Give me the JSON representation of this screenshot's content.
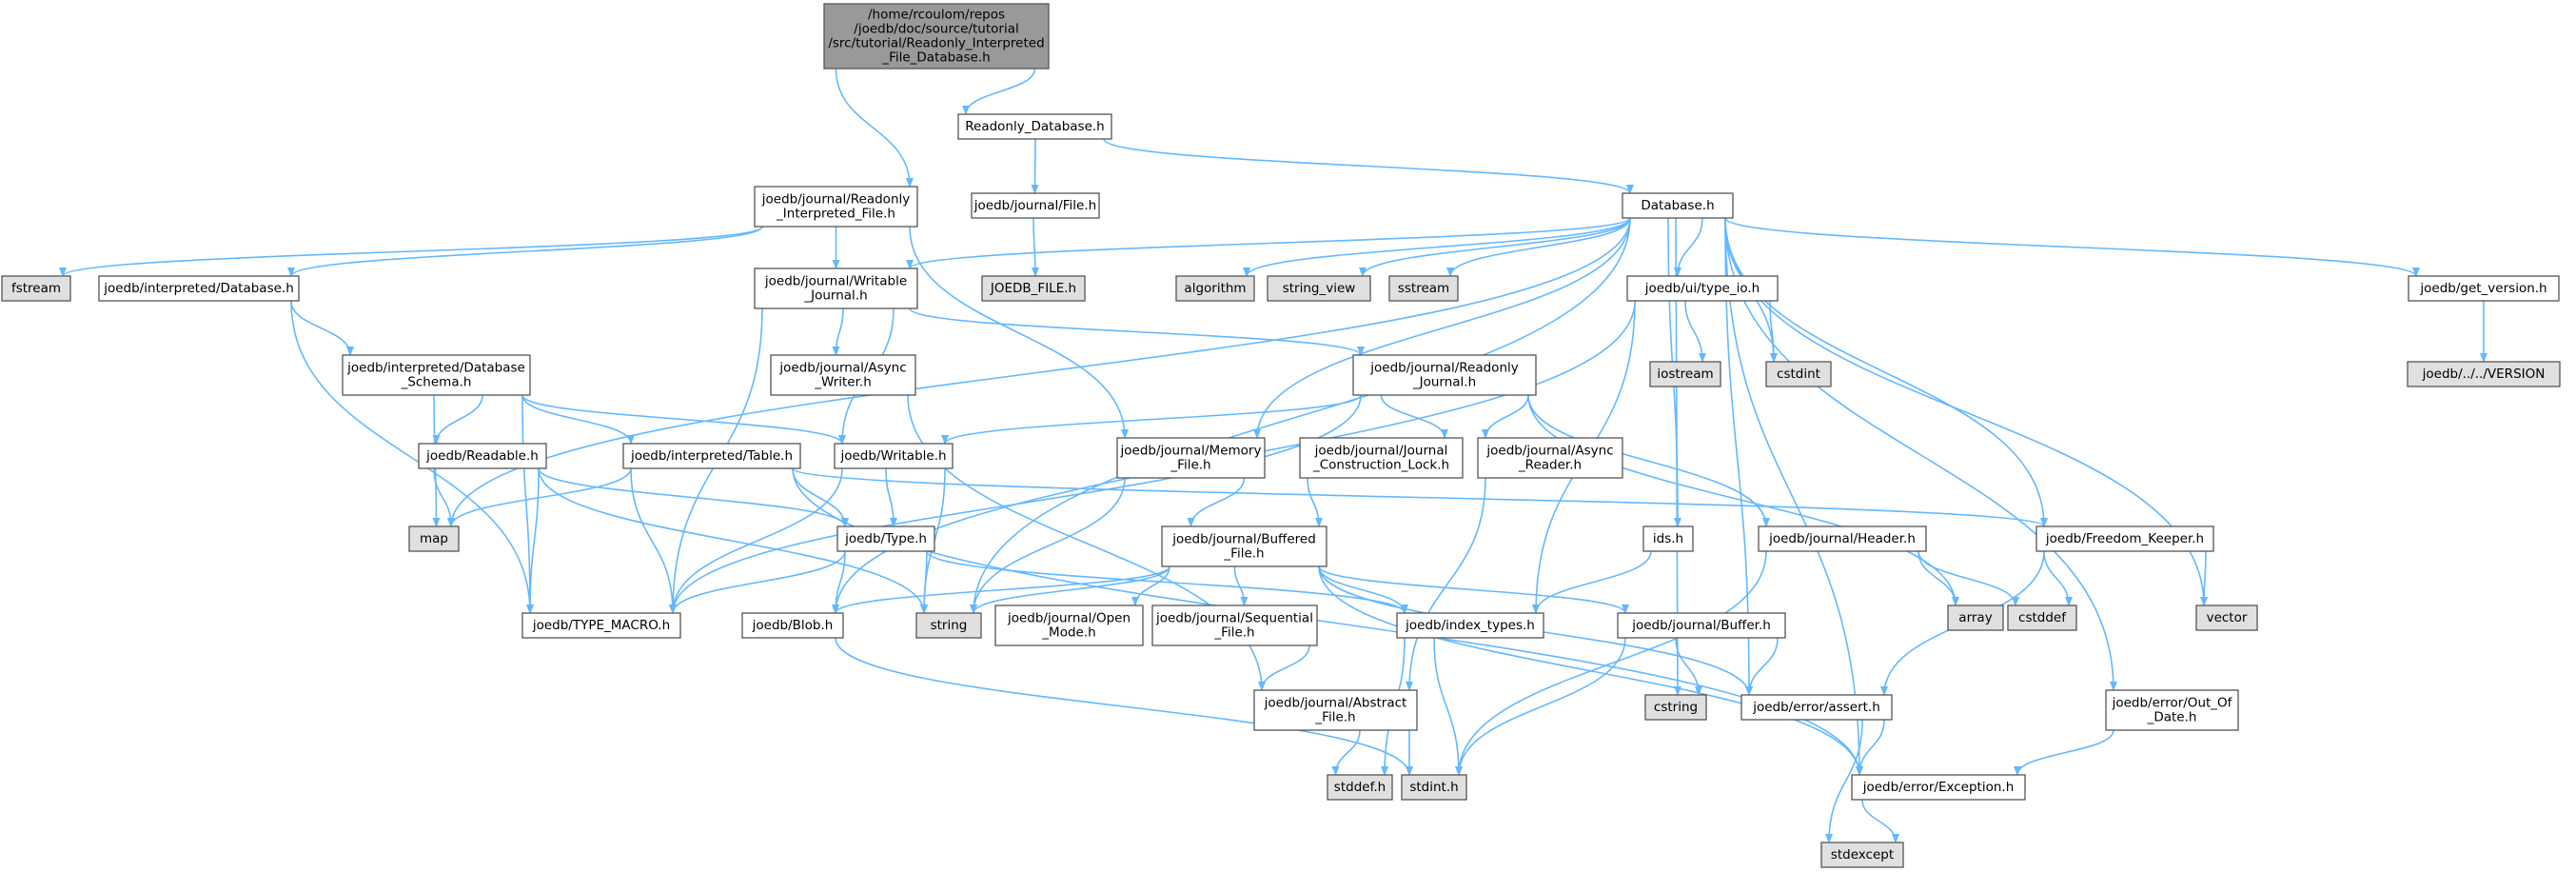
{
  "diagram": {
    "colors": {
      "edge": "#63b8ff",
      "root_fill": "#999999",
      "plain_fill": "#ffffff",
      "plain_stroke": "#555555",
      "system_fill": "#e0e0e0",
      "system_stroke": "#bfbfbf",
      "highlight_stroke": "#ff0000"
    },
    "nodes": [
      {
        "id": "root",
        "lines": [
          "/home/rcoulom/repos",
          "/joedb/doc/source/tutorial",
          "/src/tutorial/Readonly_Interpreted",
          "_File_Database.h"
        ],
        "style": "root"
      },
      {
        "id": "readonly_database",
        "lines": [
          "Readonly_Database.h"
        ],
        "style": "plain"
      },
      {
        "id": "journal_readonly_interpreted_file",
        "lines": [
          "joedb/journal/Readonly",
          "_Interpreted_File.h"
        ],
        "style": "plain"
      },
      {
        "id": "journal_file",
        "lines": [
          "joedb/journal/File.h"
        ],
        "style": "plain"
      },
      {
        "id": "database",
        "lines": [
          "Database.h"
        ],
        "style": "plain"
      },
      {
        "id": "fstream",
        "lines": [
          "fstream"
        ],
        "style": "system"
      },
      {
        "id": "interpreted_database",
        "lines": [
          "joedb/interpreted/Database.h"
        ],
        "style": "plain"
      },
      {
        "id": "journal_writable_journal",
        "lines": [
          "joedb/journal/Writable",
          "_Journal.h"
        ],
        "style": "plain"
      },
      {
        "id": "joedb_file",
        "lines": [
          "JOEDB_FILE.h"
        ],
        "style": "system"
      },
      {
        "id": "algorithm",
        "lines": [
          "algorithm"
        ],
        "style": "system"
      },
      {
        "id": "string_view",
        "lines": [
          "string_view"
        ],
        "style": "system"
      },
      {
        "id": "sstream",
        "lines": [
          "sstream"
        ],
        "style": "system"
      },
      {
        "id": "ui_type_io",
        "lines": [
          "joedb/ui/type_io.h"
        ],
        "style": "plain"
      },
      {
        "id": "get_version",
        "lines": [
          "joedb/get_version.h"
        ],
        "style": "plain"
      },
      {
        "id": "interpreted_database_schema",
        "lines": [
          "joedb/interpreted/Database",
          "_Schema.h"
        ],
        "style": "plain"
      },
      {
        "id": "journal_async_writer",
        "lines": [
          "joedb/journal/Async",
          "_Writer.h"
        ],
        "style": "plain"
      },
      {
        "id": "journal_readonly_journal",
        "lines": [
          "joedb/journal/Readonly",
          "_Journal.h"
        ],
        "style": "plain"
      },
      {
        "id": "iostream",
        "lines": [
          "iostream"
        ],
        "style": "system"
      },
      {
        "id": "cstdint",
        "lines": [
          "cstdint"
        ],
        "style": "system"
      },
      {
        "id": "version_file",
        "lines": [
          "joedb/../../VERSION"
        ],
        "style": "system"
      },
      {
        "id": "readable",
        "lines": [
          "joedb/Readable.h"
        ],
        "style": "plain"
      },
      {
        "id": "interpreted_table",
        "lines": [
          "joedb/interpreted/Table.h"
        ],
        "style": "highlight"
      },
      {
        "id": "writable",
        "lines": [
          "joedb/Writable.h"
        ],
        "style": "plain"
      },
      {
        "id": "journal_memory_file",
        "lines": [
          "joedb/journal/Memory",
          "_File.h"
        ],
        "style": "plain"
      },
      {
        "id": "journal_construction_lock",
        "lines": [
          "joedb/journal/Journal",
          "_Construction_Lock.h"
        ],
        "style": "plain"
      },
      {
        "id": "journal_async_reader",
        "lines": [
          "joedb/journal/Async",
          "_Reader.h"
        ],
        "style": "plain"
      },
      {
        "id": "map",
        "lines": [
          "map"
        ],
        "style": "system"
      },
      {
        "id": "type",
        "lines": [
          "joedb/Type.h"
        ],
        "style": "plain"
      },
      {
        "id": "ids",
        "lines": [
          "ids.h"
        ],
        "style": "plain"
      },
      {
        "id": "journal_header",
        "lines": [
          "joedb/journal/Header.h"
        ],
        "style": "plain"
      },
      {
        "id": "freedom_keeper",
        "lines": [
          "joedb/Freedom_Keeper.h"
        ],
        "style": "plain"
      },
      {
        "id": "vector",
        "lines": [
          "vector"
        ],
        "style": "system"
      },
      {
        "id": "journal_buffered_file",
        "lines": [
          "joedb/journal/Buffered",
          "_File.h"
        ],
        "style": "plain"
      },
      {
        "id": "array",
        "lines": [
          "array"
        ],
        "style": "system"
      },
      {
        "id": "cstddef",
        "lines": [
          "cstddef"
        ],
        "style": "system"
      },
      {
        "id": "type_macro",
        "lines": [
          "joedb/TYPE_MACRO.h"
        ],
        "style": "plain"
      },
      {
        "id": "blob",
        "lines": [
          "joedb/Blob.h"
        ],
        "style": "plain"
      },
      {
        "id": "string",
        "lines": [
          "string"
        ],
        "style": "system"
      },
      {
        "id": "journal_open_mode",
        "lines": [
          "joedb/journal/Open",
          "_Mode.h"
        ],
        "style": "plain"
      },
      {
        "id": "journal_sequential_file",
        "lines": [
          "joedb/journal/Sequential",
          "_File.h"
        ],
        "style": "plain"
      },
      {
        "id": "index_types",
        "lines": [
          "joedb/index_types.h"
        ],
        "style": "highlight"
      },
      {
        "id": "journal_buffer",
        "lines": [
          "joedb/journal/Buffer.h"
        ],
        "style": "plain"
      },
      {
        "id": "cstring",
        "lines": [
          "cstring"
        ],
        "style": "system"
      },
      {
        "id": "error_assert",
        "lines": [
          "joedb/error/assert.h"
        ],
        "style": "plain"
      },
      {
        "id": "error_out_of_date",
        "lines": [
          "joedb/error/Out_Of",
          "_Date.h"
        ],
        "style": "plain"
      },
      {
        "id": "journal_abstract_file",
        "lines": [
          "joedb/journal/Abstract",
          "_File.h"
        ],
        "style": "plain"
      },
      {
        "id": "error_exception",
        "lines": [
          "joedb/error/Exception.h"
        ],
        "style": "plain"
      },
      {
        "id": "stddef",
        "lines": [
          "stddef.h"
        ],
        "style": "system"
      },
      {
        "id": "stdint",
        "lines": [
          "stdint.h"
        ],
        "style": "system"
      },
      {
        "id": "stdexcept",
        "lines": [
          "stdexcept"
        ],
        "style": "system"
      }
    ],
    "edges": [
      [
        "root",
        "readonly_database"
      ],
      [
        "root",
        "journal_readonly_interpreted_file"
      ],
      [
        "readonly_database",
        "journal_file"
      ],
      [
        "readonly_database",
        "database"
      ],
      [
        "journal_file",
        "joedb_file"
      ],
      [
        "journal_readonly_interpreted_file",
        "fstream"
      ],
      [
        "journal_readonly_interpreted_file",
        "interpreted_database"
      ],
      [
        "journal_readonly_interpreted_file",
        "journal_writable_journal"
      ],
      [
        "journal_readonly_interpreted_file",
        "journal_memory_file"
      ],
      [
        "interpreted_database",
        "interpreted_database_schema"
      ],
      [
        "interpreted_database",
        "type_macro"
      ],
      [
        "interpreted_database_schema",
        "readable"
      ],
      [
        "interpreted_database_schema",
        "interpreted_table"
      ],
      [
        "interpreted_database_schema",
        "writable"
      ],
      [
        "interpreted_database_schema",
        "map"
      ],
      [
        "interpreted_database_schema",
        "type_macro"
      ],
      [
        "readable",
        "map"
      ],
      [
        "readable",
        "type"
      ],
      [
        "readable",
        "type_macro"
      ],
      [
        "readable",
        "string"
      ],
      [
        "interpreted_table",
        "map"
      ],
      [
        "interpreted_table",
        "type"
      ],
      [
        "interpreted_table",
        "type_macro"
      ],
      [
        "interpreted_table",
        "freedom_keeper"
      ],
      [
        "interpreted_table",
        "error_exception"
      ],
      [
        "journal_writable_journal",
        "journal_async_writer"
      ],
      [
        "journal_writable_journal",
        "journal_readonly_journal"
      ],
      [
        "journal_writable_journal",
        "writable"
      ],
      [
        "journal_writable_journal",
        "type_macro"
      ],
      [
        "journal_async_writer",
        "journal_abstract_file"
      ],
      [
        "journal_readonly_journal",
        "writable"
      ],
      [
        "journal_readonly_journal",
        "journal_construction_lock"
      ],
      [
        "journal_readonly_journal",
        "journal_async_reader"
      ],
      [
        "journal_readonly_journal",
        "journal_header"
      ],
      [
        "journal_readonly_journal",
        "array"
      ],
      [
        "journal_readonly_journal",
        "type_macro"
      ],
      [
        "journal_construction_lock",
        "journal_buffered_file"
      ],
      [
        "journal_async_reader",
        "journal_abstract_file"
      ],
      [
        "journal_memory_file",
        "journal_buffered_file"
      ],
      [
        "journal_memory_file",
        "string"
      ],
      [
        "writable",
        "type"
      ],
      [
        "writable",
        "string"
      ],
      [
        "writable",
        "type_macro"
      ],
      [
        "type",
        "blob"
      ],
      [
        "type",
        "index_types"
      ],
      [
        "type",
        "string"
      ],
      [
        "type",
        "type_macro"
      ],
      [
        "journal_buffered_file",
        "journal_open_mode"
      ],
      [
        "journal_buffered_file",
        "journal_sequential_file"
      ],
      [
        "journal_buffered_file",
        "index_types"
      ],
      [
        "journal_buffered_file",
        "journal_buffer"
      ],
      [
        "journal_buffered_file",
        "error_assert"
      ],
      [
        "journal_buffered_file",
        "error_exception"
      ],
      [
        "journal_buffered_file",
        "string"
      ],
      [
        "journal_buffered_file",
        "blob"
      ],
      [
        "journal_sequential_file",
        "journal_abstract_file"
      ],
      [
        "journal_abstract_file",
        "stddef"
      ],
      [
        "journal_abstract_file",
        "stdint"
      ],
      [
        "blob",
        "stdint"
      ],
      [
        "index_types",
        "stddef"
      ],
      [
        "index_types",
        "stdint"
      ],
      [
        "journal_buffer",
        "cstring"
      ],
      [
        "journal_buffer",
        "error_assert"
      ],
      [
        "journal_buffer",
        "stdint"
      ],
      [
        "journal_header",
        "array"
      ],
      [
        "journal_header",
        "cstddef"
      ],
      [
        "journal_header",
        "stdint"
      ],
      [
        "ids",
        "index_types"
      ],
      [
        "freedom_keeper",
        "cstddef"
      ],
      [
        "freedom_keeper",
        "vector"
      ],
      [
        "freedom_keeper",
        "error_assert"
      ],
      [
        "error_assert",
        "error_exception"
      ],
      [
        "error_assert",
        "stdexcept"
      ],
      [
        "error_out_of_date",
        "error_exception"
      ],
      [
        "error_exception",
        "stdexcept"
      ],
      [
        "ui_type_io",
        "iostream"
      ],
      [
        "ui_type_io",
        "cstdint"
      ],
      [
        "ui_type_io",
        "index_types"
      ],
      [
        "ui_type_io",
        "blob"
      ],
      [
        "get_version",
        "version_file"
      ],
      [
        "database",
        "journal_writable_journal"
      ],
      [
        "database",
        "map"
      ],
      [
        "database",
        "string"
      ],
      [
        "database",
        "algorithm"
      ],
      [
        "database",
        "string_view"
      ],
      [
        "database",
        "sstream"
      ],
      [
        "database",
        "ui_type_io"
      ],
      [
        "database",
        "cstdint"
      ],
      [
        "database",
        "ids"
      ],
      [
        "database",
        "journal_memory_file"
      ],
      [
        "database",
        "freedom_keeper"
      ],
      [
        "database",
        "vector"
      ],
      [
        "database",
        "cstring"
      ],
      [
        "database",
        "error_assert"
      ],
      [
        "database",
        "error_out_of_date"
      ],
      [
        "database",
        "error_exception"
      ],
      [
        "database",
        "get_version"
      ]
    ]
  }
}
